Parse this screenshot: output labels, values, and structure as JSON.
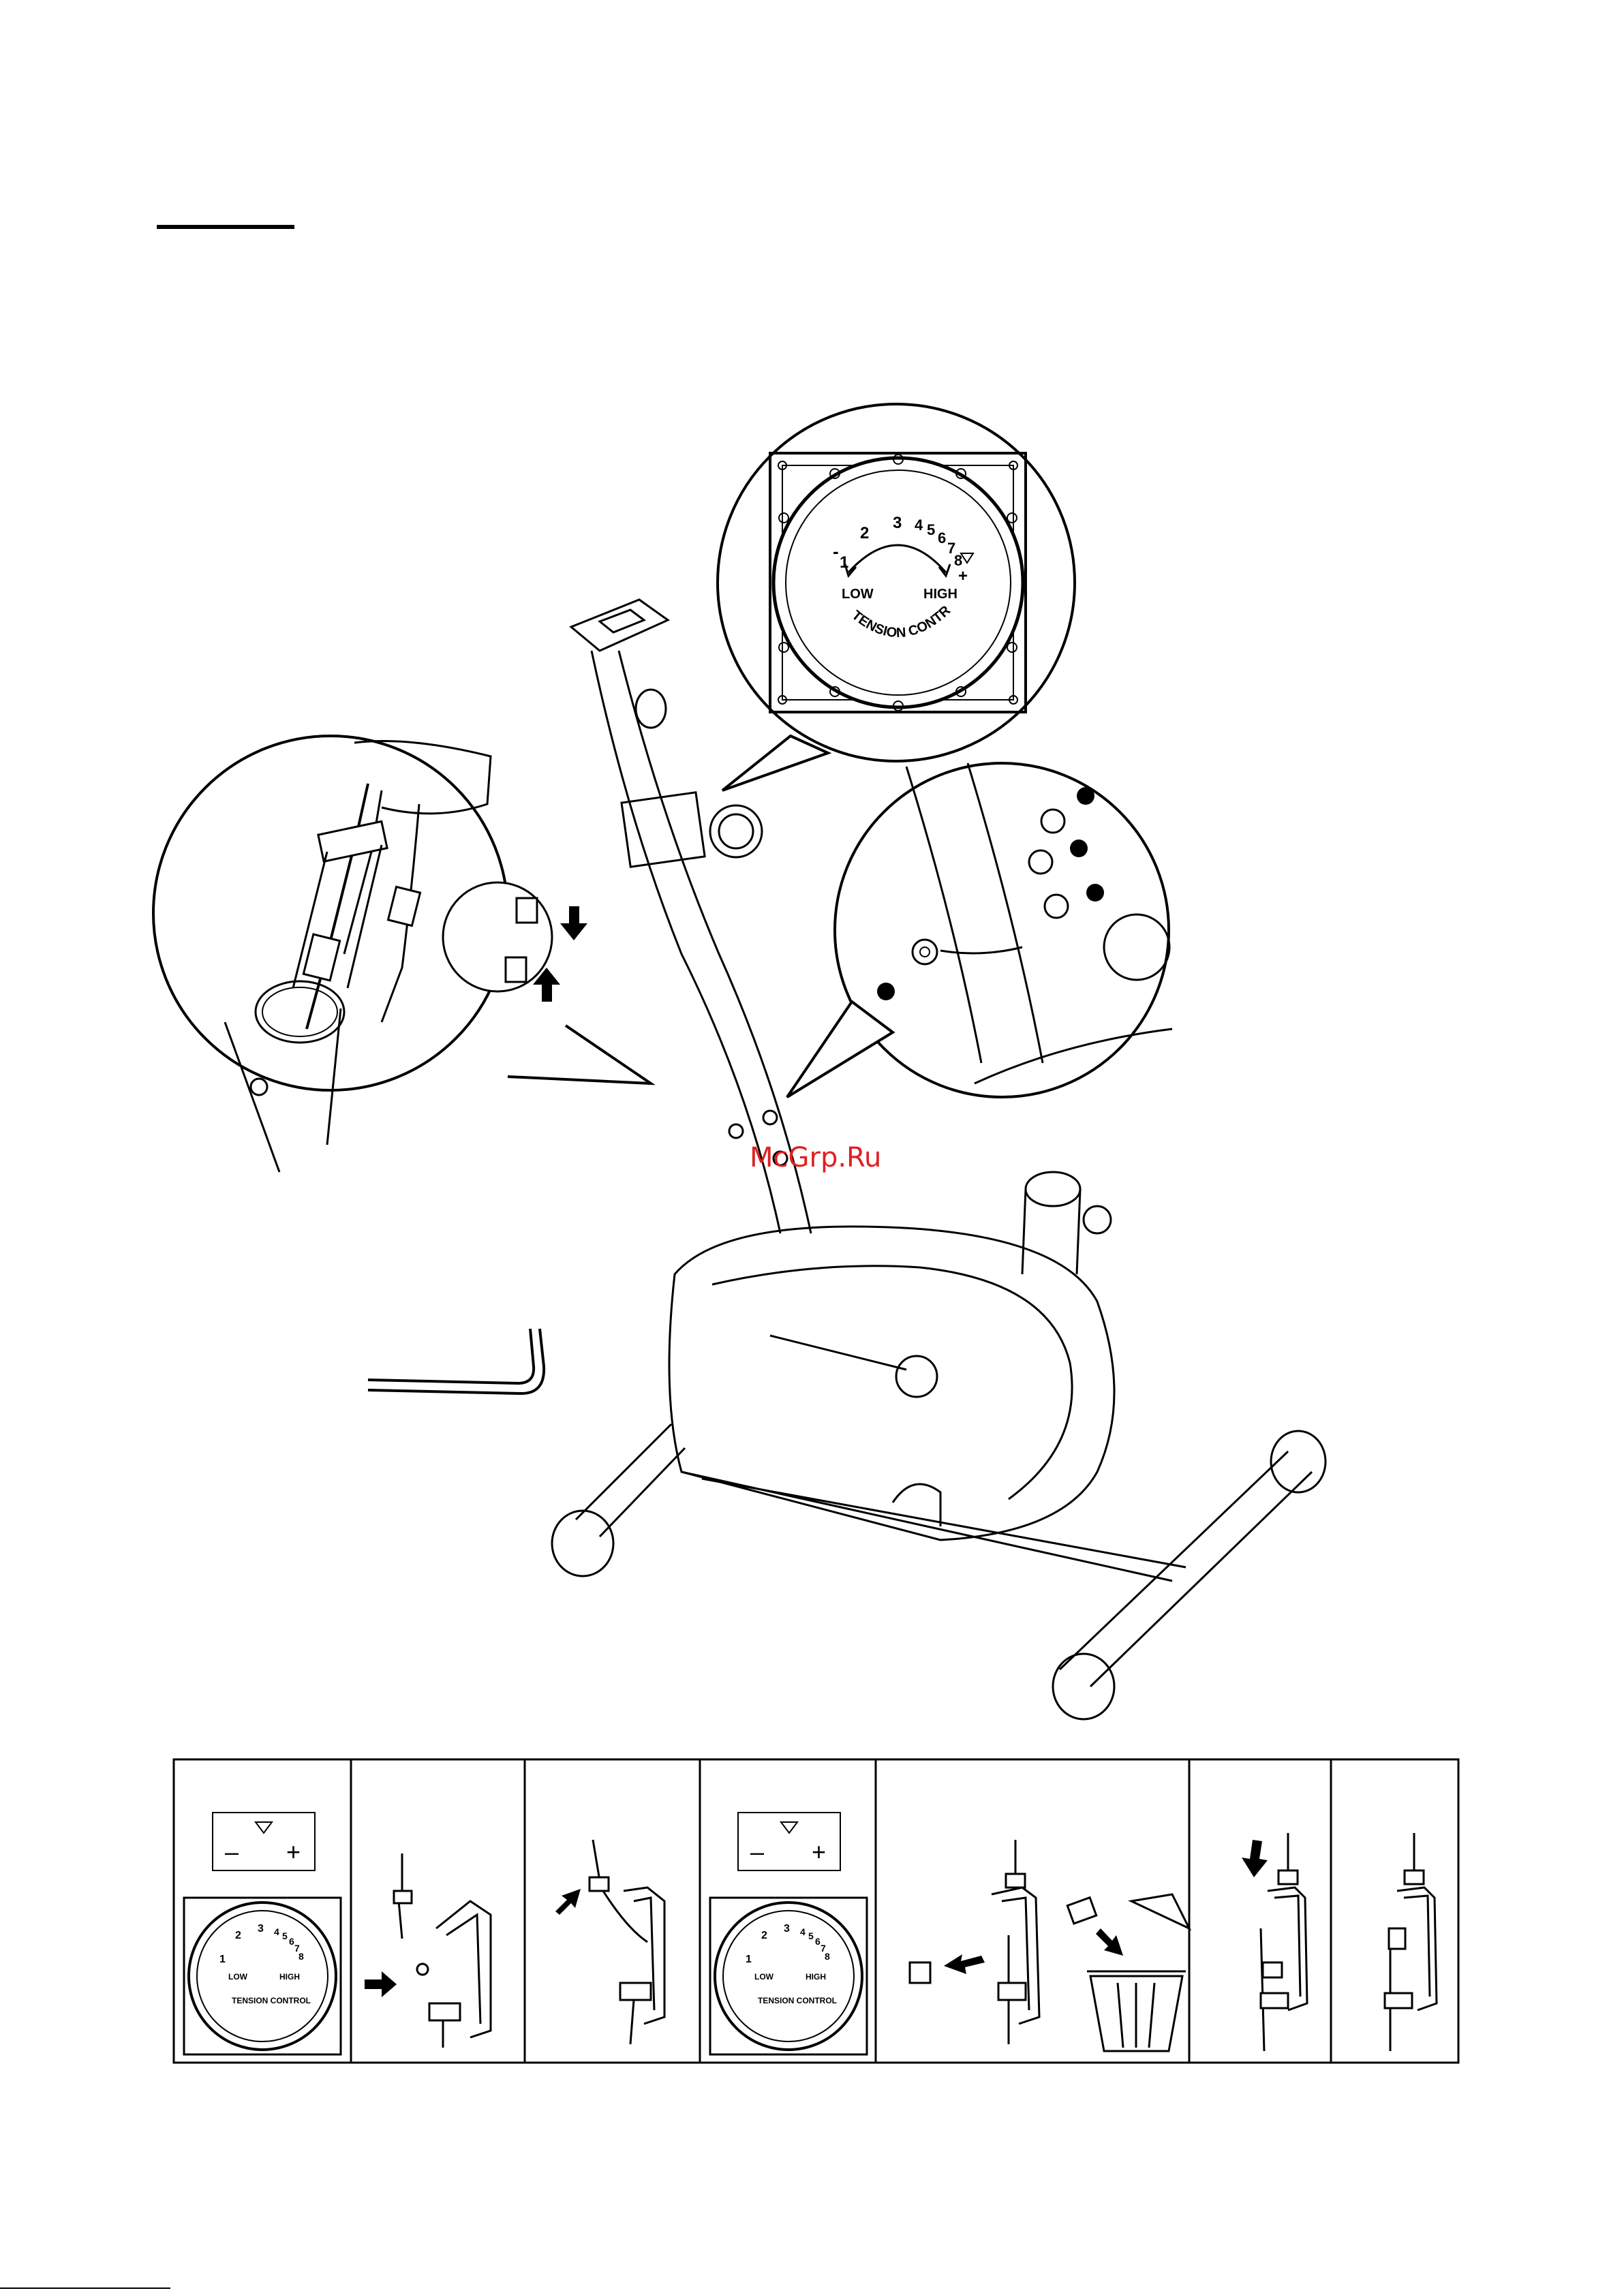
{
  "page": {
    "heading": "",
    "watermark": "McGrp.Ru",
    "footer_text": "",
    "colors": {
      "ink": "#000000",
      "paper": "#ffffff",
      "watermark": "#e02020"
    }
  },
  "dial_callout": {
    "numbers": [
      "1",
      "2",
      "3",
      "4",
      "5",
      "6",
      "7",
      "8"
    ],
    "minus": "-",
    "plus": "+",
    "low": "LOW",
    "high": "HIGH",
    "caption": "TENSION CONTROL"
  },
  "steps": {
    "panel1": {
      "minus": "–",
      "plus": "+",
      "numbers": [
        "1",
        "2",
        "3",
        "4",
        "5",
        "6",
        "7",
        "8"
      ],
      "low": "LOW",
      "high": "HIGH",
      "caption": "TENSION CONTROL"
    },
    "panel4": {
      "minus": "–",
      "plus": "+",
      "numbers": [
        "1",
        "2",
        "3",
        "4",
        "5",
        "6",
        "7",
        "8"
      ],
      "low": "LOW",
      "high": "HIGH",
      "caption": "TENSION CONTROL"
    }
  },
  "icons": [
    "allen-key-icon",
    "arrow-down-icon",
    "arrow-up-icon",
    "arrow-right-icon",
    "trash-can-icon",
    "bolt-icon",
    "washer-icon",
    "triangle-marker-icon"
  ]
}
